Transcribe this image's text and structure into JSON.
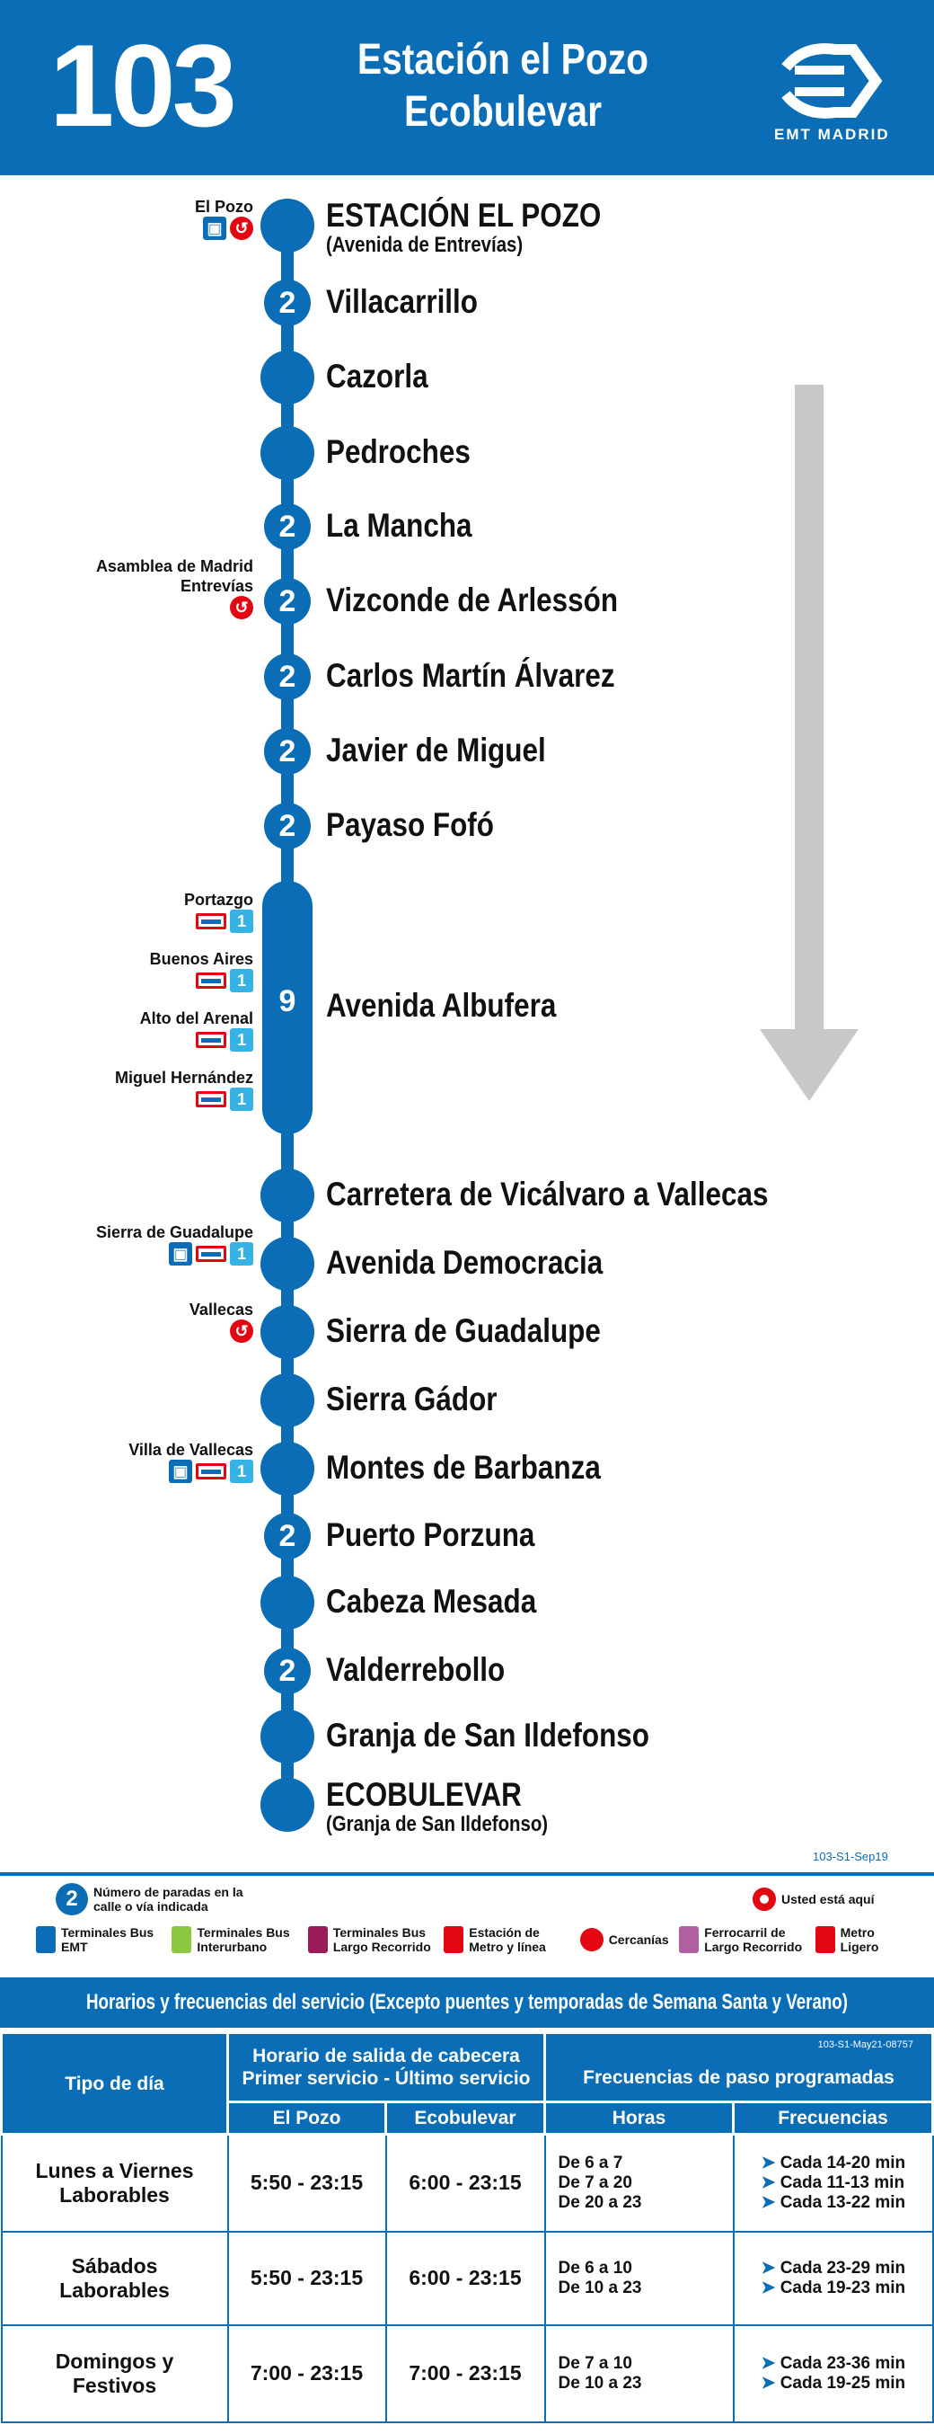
{
  "header": {
    "route": "103",
    "dest_line1": "Estación el Pozo",
    "dest_line2": "Ecobulevar",
    "brand": "EMT MADRID"
  },
  "stops": [
    {
      "name": "ESTACIÓN EL POZO",
      "sub": "(Avenida de Entrevías)",
      "count": "",
      "conn_label": "El Pozo",
      "conn_icons": [
        "bus",
        "cer"
      ]
    },
    {
      "name": "Villacarrillo",
      "count": "2"
    },
    {
      "name": "Cazorla",
      "count": ""
    },
    {
      "name": "Pedroches",
      "count": ""
    },
    {
      "name": "La Mancha",
      "count": "2"
    },
    {
      "name": "Vizconde de Arlessón",
      "count": "2",
      "conn_label": "Asamblea de Madrid\nEntrevías",
      "conn_icons": [
        "cer"
      ]
    },
    {
      "name": "Carlos Martín Álvarez",
      "count": "2"
    },
    {
      "name": "Javier de Miguel",
      "count": "2"
    },
    {
      "name": "Payaso Fofó",
      "count": "2"
    },
    {
      "name": "Avenida Albufera",
      "count": "9"
    },
    {
      "name": "Carretera de Vicálvaro a Vallecas",
      "count": ""
    },
    {
      "name": "Avenida Democracia",
      "count": "",
      "conn_label": "Sierra de Guadalupe",
      "conn_icons": [
        "bus",
        "metro",
        "l1"
      ]
    },
    {
      "name": "Sierra de Guadalupe",
      "count": "",
      "conn_label": "Vallecas",
      "conn_icons": [
        "cer"
      ]
    },
    {
      "name": "Sierra Gádor",
      "count": ""
    },
    {
      "name": "Montes de Barbanza",
      "count": "",
      "conn_label": "Villa de Vallecas",
      "conn_icons": [
        "bus",
        "metro",
        "l1"
      ]
    },
    {
      "name": "Puerto Porzuna",
      "count": "2"
    },
    {
      "name": "Cabeza Mesada",
      "count": ""
    },
    {
      "name": "Valderrebollo",
      "count": "2"
    },
    {
      "name": "Granja de San Ildefonso",
      "count": ""
    },
    {
      "name": "ECOBULEVAR",
      "sub": "(Granja de San Ildefonso)",
      "count": ""
    }
  ],
  "albufera_connections": [
    {
      "label": "Portazgo",
      "line": "1"
    },
    {
      "label": "Buenos Aires",
      "line": "1"
    },
    {
      "label": "Alto del Arenal",
      "line": "1"
    },
    {
      "label": "Miguel Hernández",
      "line": "1"
    }
  ],
  "map_code": "103-S1-Sep19",
  "legend": {
    "count_badge": "2",
    "count_text": "Número de paradas en la calle o vía indicada",
    "here": "Usted está aquí",
    "items": [
      {
        "icon": "bus-emt",
        "label": "Terminales Bus EMT",
        "color": "#0a6db5"
      },
      {
        "icon": "bus-interurbano",
        "label": "Terminales Bus Interurbano",
        "color": "#8dc63f"
      },
      {
        "icon": "bus-largo",
        "label": "Terminales Bus Largo Recorrido",
        "color": "#9b1b5a"
      },
      {
        "icon": "metro",
        "label": "Estación de Metro y línea",
        "color": "#e30613"
      },
      {
        "icon": "cercanias",
        "label": "Cercanías",
        "color": "#e30613"
      },
      {
        "icon": "ferrocarril",
        "label": "Ferrocarril de Largo Recorrido",
        "color": "#b05fa0"
      },
      {
        "icon": "metro-ligero",
        "label": "Metro Ligero",
        "color": "#e30613"
      }
    ]
  },
  "schedule": {
    "title": "Horarios y frecuencias del servicio (Excepto puentes y temporadas de Semana Santa y Verano)",
    "code": "103-S1-May21-08757",
    "col_day": "Tipo de día",
    "col_departure": "Horario de salida de cabecera\nPrimer servicio - Último servicio",
    "col_freq": "Frecuencias de paso programadas",
    "sub_from": "El Pozo",
    "sub_to": "Ecobulevar",
    "sub_hours": "Horas",
    "sub_freq": "Frecuencias",
    "rows": [
      {
        "day": "Lunes a Viernes\nLaborables",
        "from": "5:50 - 23:15",
        "to": "6:00 - 23:15",
        "hours": [
          "De 6 a 7",
          "De 7 a 20",
          "De 20 a 23"
        ],
        "freqs": [
          "Cada 14-20 min",
          "Cada 11-13 min",
          "Cada 13-22 min"
        ]
      },
      {
        "day": "Sábados\nLaborables",
        "from": "5:50 - 23:15",
        "to": "6:00 - 23:15",
        "hours": [
          "De 6 a 10",
          "De 10 a 23"
        ],
        "freqs": [
          "Cada 23-29 min",
          "Cada 19-23 min"
        ]
      },
      {
        "day": "Domingos y\nFestivos",
        "from": "7:00 - 23:15",
        "to": "7:00 - 23:15",
        "hours": [
          "De 7 a 10",
          "De 10 a 23"
        ],
        "freqs": [
          "Cada 23-36 min",
          "Cada 19-25 min"
        ]
      }
    ]
  }
}
